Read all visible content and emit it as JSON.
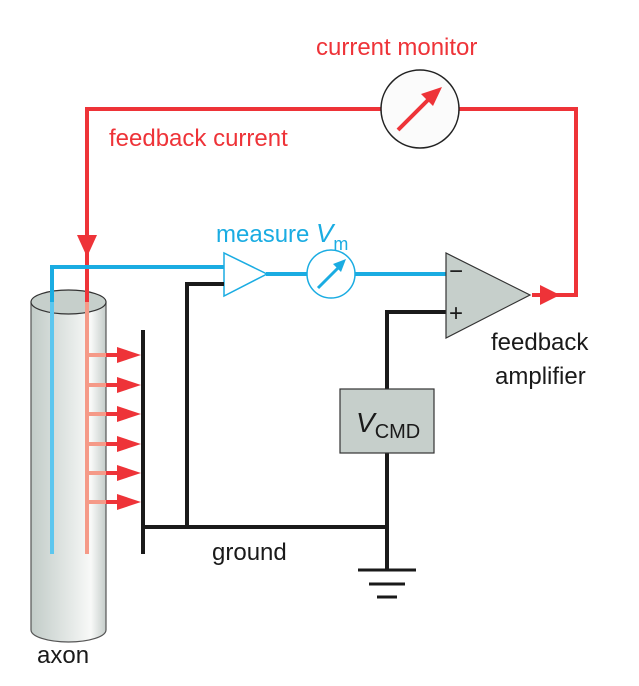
{
  "labels": {
    "current_monitor": "current monitor",
    "feedback_current": "feedback current",
    "measure_prefix": "measure ",
    "measure_v": "V",
    "measure_sub": "m",
    "feedback_amp_line1": "feedback",
    "feedback_amp_line2": "amplifier",
    "vcmd_v": "V",
    "vcmd_sub": "CMD",
    "ground": "ground",
    "axon": "axon",
    "minus": "−",
    "plus": "+"
  },
  "colors": {
    "red": "#ee3338",
    "light_red": "#f59a88",
    "blue": "#1aace2",
    "light_blue": "#5cc6ee",
    "black": "#1a1a1a",
    "gray_fill": "#c6cfcb"
  }
}
